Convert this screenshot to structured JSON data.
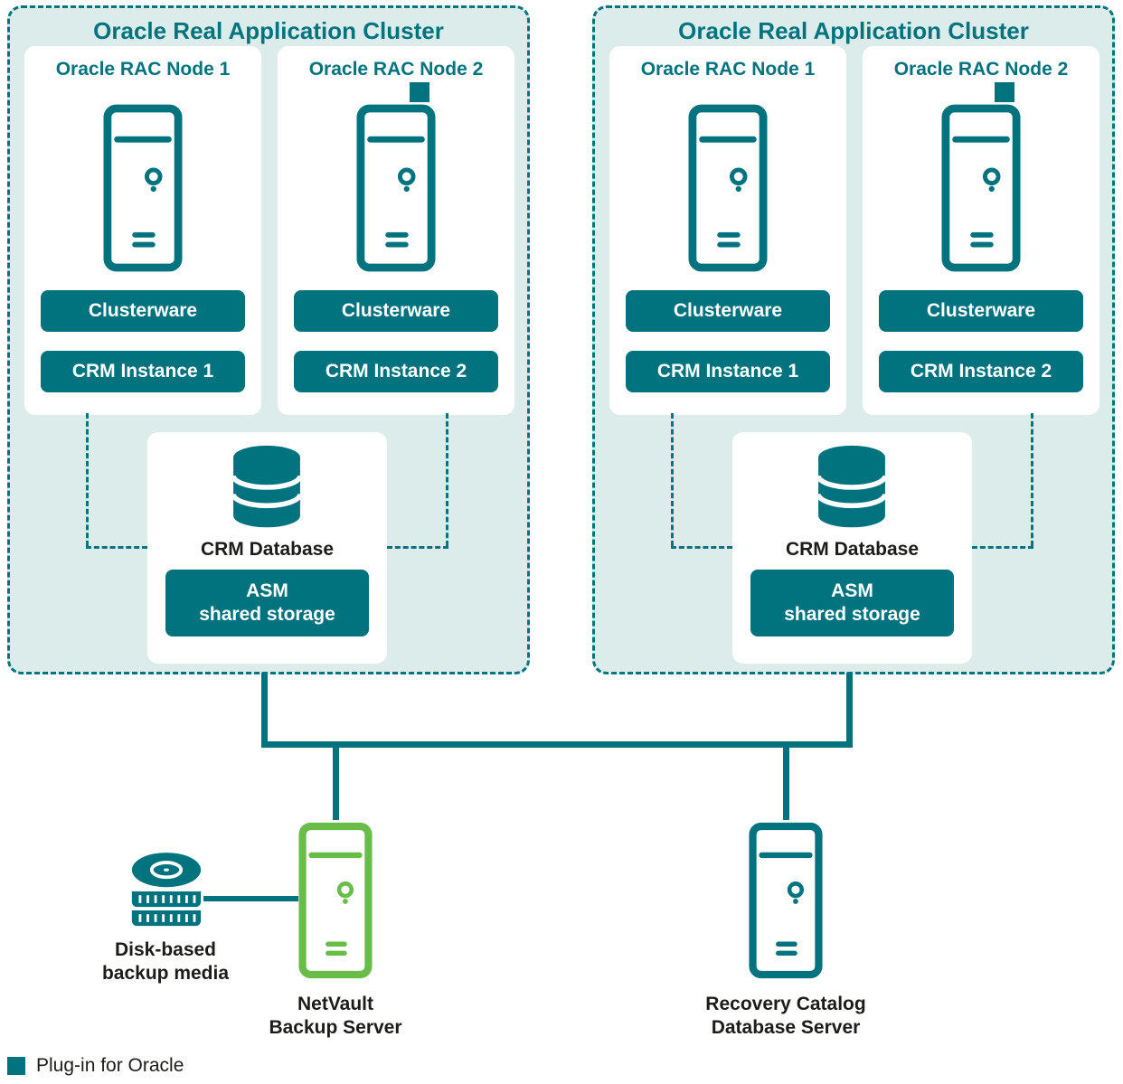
{
  "colors": {
    "teal": "#00737f",
    "light_bg": "#dbecea",
    "green": "#68bd49",
    "text_dark": "#1c1c1a"
  },
  "clusters": [
    {
      "title": "Oracle Real Application Cluster",
      "nodes": [
        {
          "title": "Oracle RAC Node 1",
          "clusterware_label": "Clusterware",
          "instance_label": "CRM Instance 1",
          "plugin_indicator": false
        },
        {
          "title": "Oracle RAC Node 2",
          "clusterware_label": "Clusterware",
          "instance_label": "CRM Instance 2",
          "plugin_indicator": true
        }
      ],
      "database": {
        "label": "CRM Database",
        "storage_line1": "ASM",
        "storage_line2": "shared storage"
      }
    },
    {
      "title": "Oracle Real Application Cluster",
      "nodes": [
        {
          "title": "Oracle RAC Node 1",
          "clusterware_label": "Clusterware",
          "instance_label": "CRM Instance 1",
          "plugin_indicator": false
        },
        {
          "title": "Oracle RAC Node 2",
          "clusterware_label": "Clusterware",
          "instance_label": "CRM Instance 2",
          "plugin_indicator": true
        }
      ],
      "database": {
        "label": "CRM Database",
        "storage_line1": "ASM",
        "storage_line2": "shared storage"
      }
    }
  ],
  "bottom": {
    "disk": {
      "line1": "Disk-based",
      "line2": "backup media"
    },
    "netvault": {
      "line1": "NetVault",
      "line2": "Backup Server"
    },
    "recovery": {
      "line1": "Recovery Catalog",
      "line2": "Database Server"
    }
  },
  "legend": {
    "label": "Plug-in for Oracle"
  }
}
